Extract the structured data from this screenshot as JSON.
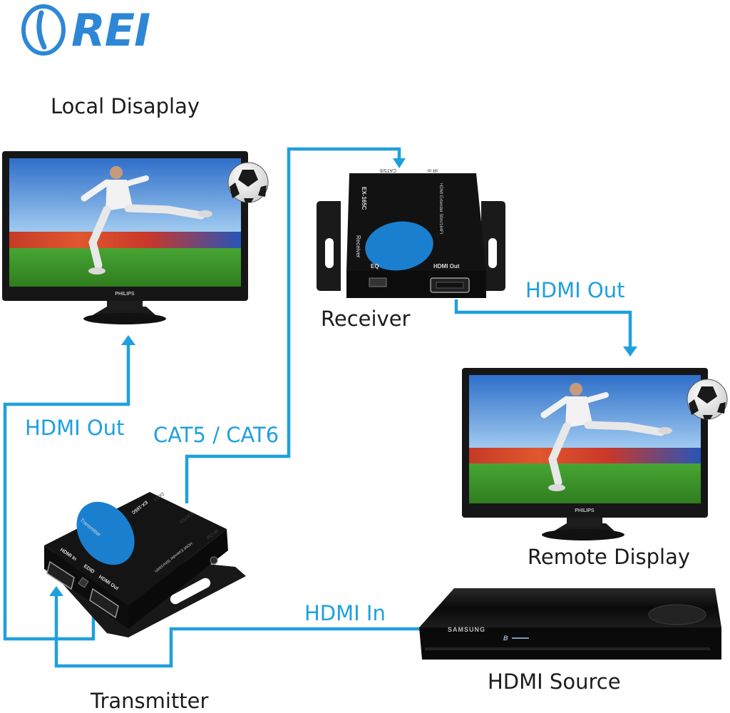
{
  "brand": {
    "name": "REI",
    "color": "#2e87d6"
  },
  "labels": {
    "local_display": "Local Disaplay",
    "receiver": "Receiver",
    "hdmi_out_top": "HDMI Out",
    "remote_display": "Remote Display",
    "hdmi_out_left": "HDMI Out",
    "cat_cable": "CAT5 / CAT6",
    "hdmi_in": "HDMI In",
    "hdmi_source": "HDMI Source",
    "transmitter": "Transmitter"
  },
  "devices": {
    "monitor_brand": "PHILIPS",
    "player_brand": "SAMSUNG",
    "receiver": {
      "model": "EX-165C",
      "subtitle": "HDMI Extender 50m/164Ft",
      "ports": [
        "EQ",
        "HDMI Out"
      ],
      "top_ports": [
        "CAT5/6",
        "IR in"
      ],
      "badge": "Receiver"
    },
    "transmitter": {
      "model": "EX-165C",
      "subtitle": "HDMI Extender 50m/164Ft",
      "ports": [
        "HDMI In",
        "EDID",
        "HDMI Out"
      ],
      "top_ports": [
        "DC5V",
        "CAT5/6",
        "IR Out"
      ],
      "badge": "Transmitter"
    }
  },
  "colors": {
    "connector": "#1fa0de",
    "text": "#1c1c1c",
    "device": "#141414",
    "device_blue": "#1b7fd0"
  }
}
